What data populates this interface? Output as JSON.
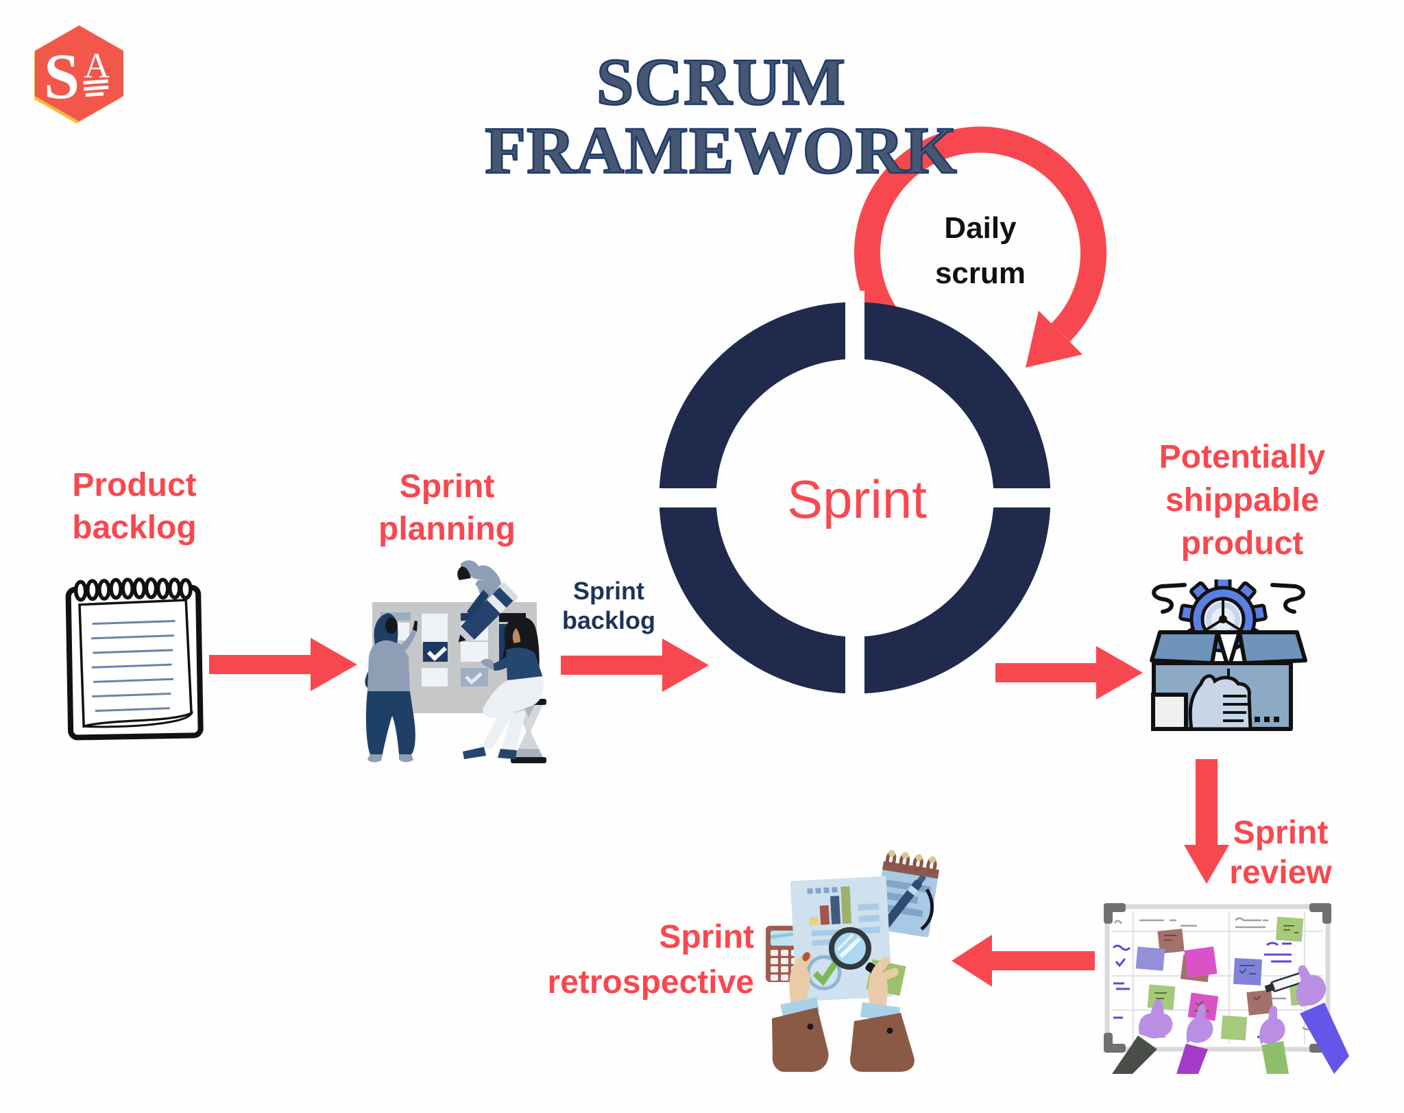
{
  "header": {
    "title": "SCRUM FRAMEWORK"
  },
  "logo": {
    "letter_s": "S",
    "letter_a": "A",
    "hex_color": "#F1584B",
    "hex_edge_color": "#EFBE3E"
  },
  "colors": {
    "accent_red": "#F8484F",
    "ring_navy": "#1F2A4D",
    "title_fill": "#475671",
    "title_outline": "#1E3B6B",
    "backlog_label_navy": "#1C3556",
    "daily_label_black": "#101014"
  },
  "diagram": {
    "sprint_label": "Sprint",
    "daily_scrum_label": "Daily scrum",
    "stages": [
      {
        "id": "product-backlog",
        "label": "Product backlog",
        "icon": "notepad-icon"
      },
      {
        "id": "sprint-planning",
        "label": "Sprint planning",
        "icon": "planning-team-icon"
      },
      {
        "id": "sprint-backlog",
        "label": "Sprint backlog",
        "icon": "arrow-right-icon"
      },
      {
        "id": "potentially-shippable-product",
        "label": "Potentially shippable product",
        "icon": "package-gear-icon"
      },
      {
        "id": "sprint-review",
        "label": "Sprint review",
        "icon": "whiteboard-sticky-notes-icon"
      },
      {
        "id": "sprint-retrospective",
        "label": "Sprint retrospective",
        "icon": "magnifier-report-hands-icon"
      }
    ]
  }
}
